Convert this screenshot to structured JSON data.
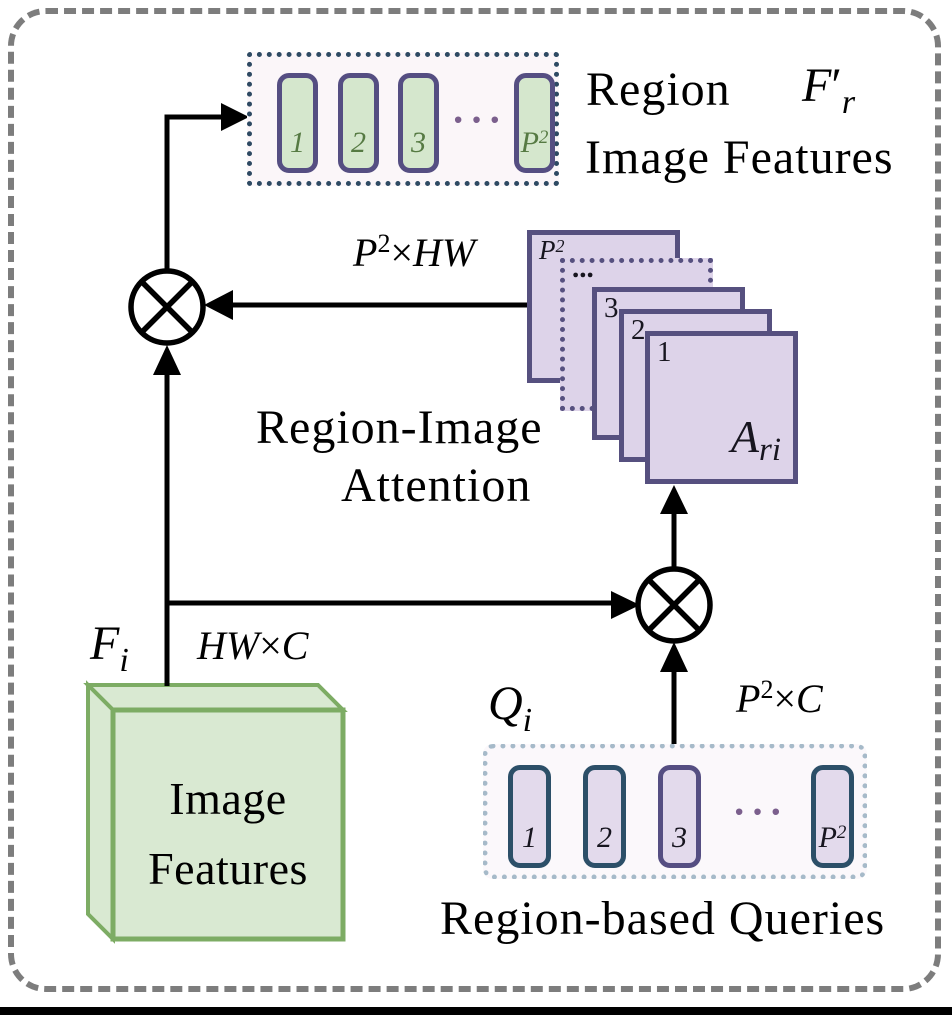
{
  "colors": {
    "frame-dash": "#7d7d7d",
    "green-fill": "#d9e9d2",
    "green-border": "#7dac64",
    "purple-fill": "#ddd3e9",
    "purple-border": "#56507f",
    "token-green-fill": "#d5e7cd",
    "token-purple-border": "#554e82",
    "token-teal-border": "#2c4f68",
    "top-box-border": "#2e4a63",
    "top-box-bg": "#fbf6f9",
    "queries-box-border": "#a6bac9",
    "queries-box-bg": "#fbf8fb",
    "token-lavender-fill": "#e3daec",
    "green-number": "#567a43",
    "dots-purple": "#7b5f8d"
  },
  "top_box": {
    "token1": "1",
    "token2": "2",
    "token3": "3",
    "tokenP_base": "P",
    "tokenP_sup": "2",
    "ellipsis": "···",
    "title_word": "Region",
    "var_base": "F",
    "var_prime": "′",
    "var_sub": "r",
    "title_line2": "Image Features"
  },
  "attention": {
    "dim_base": "P",
    "dim_sup": "2",
    "dim_times": "×",
    "dim_rest": "HW",
    "back_base": "P",
    "back_sup": "2",
    "dots": "...",
    "n3": "3",
    "n2": "2",
    "n1": "1",
    "matrix_base": "A",
    "matrix_sub": "ri",
    "caption1": "Region-Image",
    "caption2": "Attention"
  },
  "cube": {
    "var_base": "F",
    "var_sub": "i",
    "dim_a": "HW",
    "dim_times": "×",
    "dim_b": "C",
    "line1": "Image",
    "line2": "Features"
  },
  "queries": {
    "var_base": "Q",
    "var_sub": "i",
    "dim_base": "P",
    "dim_sup": "2",
    "dim_times": "×",
    "dim_rest": "C",
    "token1": "1",
    "token2": "2",
    "token3": "3",
    "tokenP_base": "P",
    "tokenP_sup": "2",
    "ellipsis": "···",
    "caption": "Region-based Queries"
  }
}
